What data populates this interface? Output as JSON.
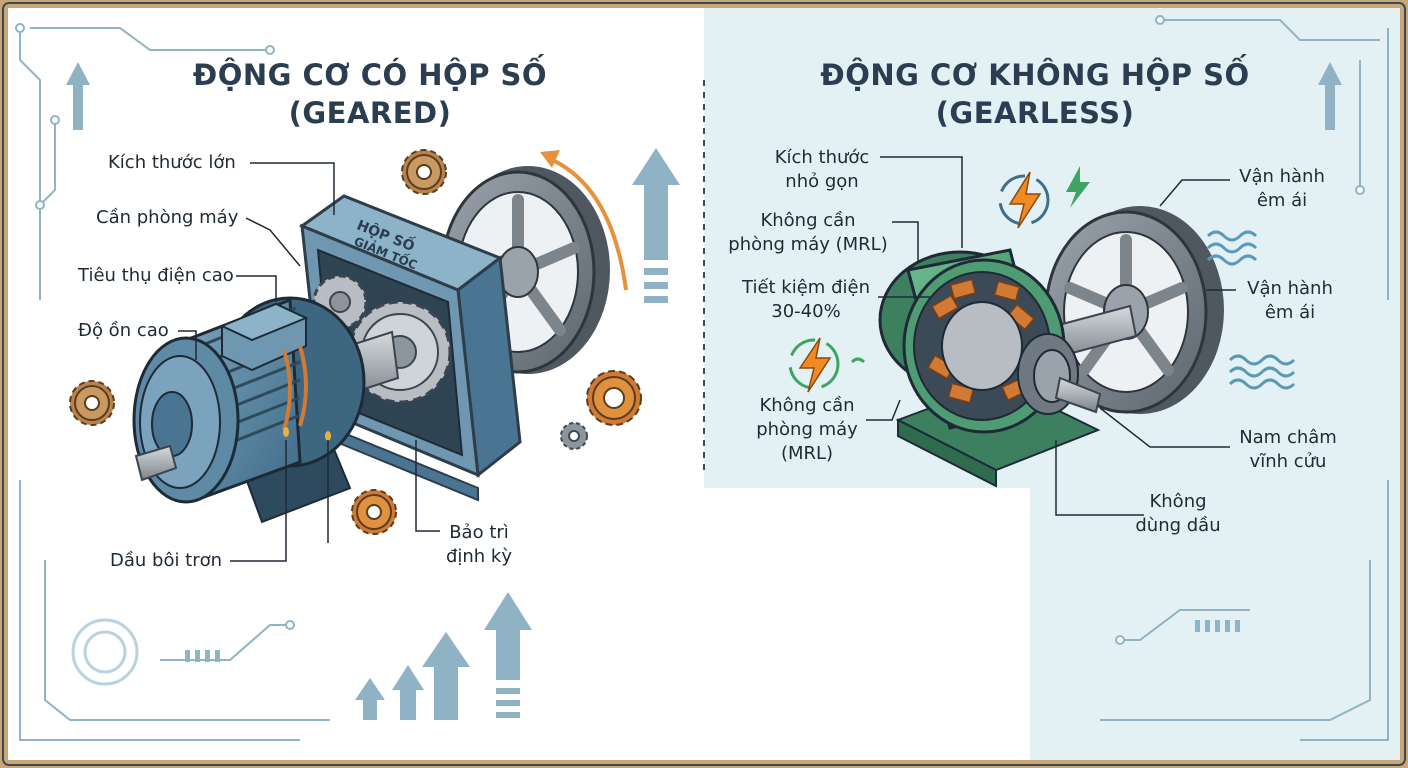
{
  "geared": {
    "title_line1": "ĐỘNG CƠ CÓ HỘP SỐ",
    "title_line2": "(GEARED)",
    "gearbox_text_line1": "HỘP SỐ",
    "gearbox_text_line2": "GIẢM TỐC",
    "labels": {
      "size": "Kích thước lớn",
      "machine_room": "Cần phòng máy",
      "power": "Tiêu thụ điện cao",
      "noise": "Độ ồn cao",
      "oil": "Dầu bôi trơn",
      "maintenance_line1": "Bảo trì",
      "maintenance_line2": "định kỳ"
    }
  },
  "gearless": {
    "title_line1": "ĐỘNG CƠ KHÔNG HỘP SỐ",
    "title_line2": "(GEARLESS)",
    "labels": {
      "compact_line1": "Kích thước",
      "compact_line2": "nhỏ gọn",
      "mrl1_line1": "Không cần",
      "mrl1_line2": "phòng máy (MRL)",
      "saving_line1": "Tiết kiệm điện",
      "saving_line2": "30-40%",
      "mrl2_line1": "Không cần",
      "mrl2_line2": "phòng máy",
      "mrl2_line3": "(MRL)",
      "quiet1_line1": "Vận hành",
      "quiet1_line2": "êm ái",
      "quiet2_line1": "Vận hành",
      "quiet2_line2": "êm ái",
      "magnet_line1": "Nam châm",
      "magnet_line2": "vĩnh cửu",
      "no_oil_line1": "Không",
      "no_oil_line2": "dùng dầu"
    }
  },
  "colors": {
    "frame": "#c9a676",
    "left_bg": "#ffffff",
    "right_bg": "#e4f1f4",
    "title": "#2b3d50",
    "motor_blue": "#5e8aa6",
    "motor_green": "#4f9c74",
    "copper": "#d07a35",
    "gear_brown": "#b8834c",
    "circuit": "#8fb4c6",
    "arrow_blue": "#8fb2c4",
    "orange_arrow": "#e8913a",
    "bolt_orange": "#f08a24",
    "bolt_green": "#3fa463"
  }
}
